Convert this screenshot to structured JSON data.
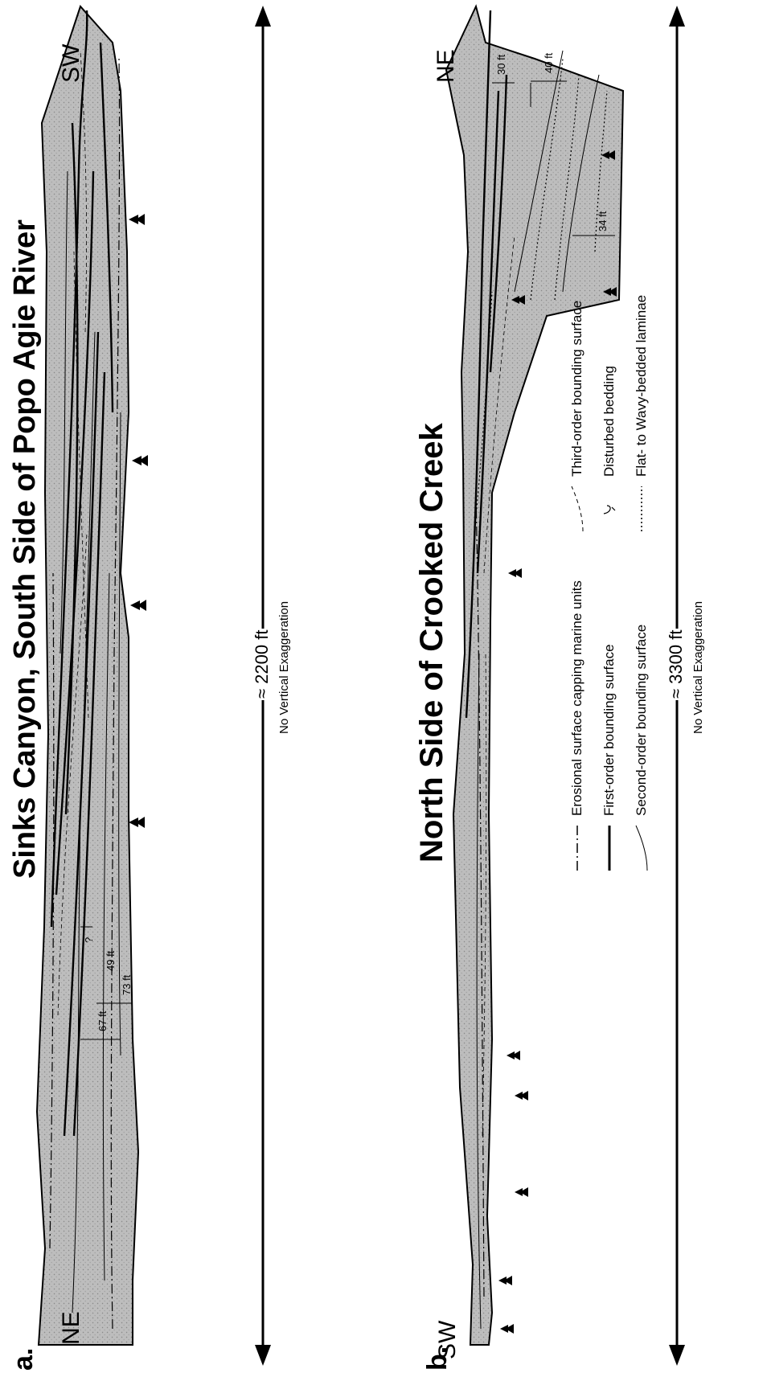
{
  "panel_a": {
    "letter": "a.",
    "title": "Sinks Canyon, South Side of Popo Agie River",
    "left_direction": "NE",
    "right_direction": "SW",
    "scale_label": "≈ 2200 ft",
    "scale_note": "No Vertical Exaggeration",
    "measurements": [
      "?",
      "49 ft",
      "67 ft",
      "73 ft"
    ]
  },
  "panel_b": {
    "letter": "b.",
    "title": "North Side of Crooked Creek",
    "left_direction": "SW",
    "right_direction": "NE",
    "scale_label": "≈ 3300 ft",
    "scale_note": "No Vertical Exaggeration",
    "measurements": [
      "30 ft",
      "40 ft",
      "34 ft"
    ]
  },
  "legend": [
    {
      "symbol": "dash-dot-line",
      "label": "Erosional surface capping marine units"
    },
    {
      "symbol": "thick-solid-line",
      "label": "First-order bounding surface"
    },
    {
      "symbol": "thin-curved-line",
      "label": "Second-order bounding surface"
    },
    {
      "symbol": "dashed-curve",
      "label": "Third-order bounding surface"
    },
    {
      "symbol": "disturbed-bedding-glyph",
      "label": "Disturbed bedding"
    },
    {
      "symbol": "dotted-line",
      "label": "Flat- to Wavy-bedded laminae"
    }
  ]
}
